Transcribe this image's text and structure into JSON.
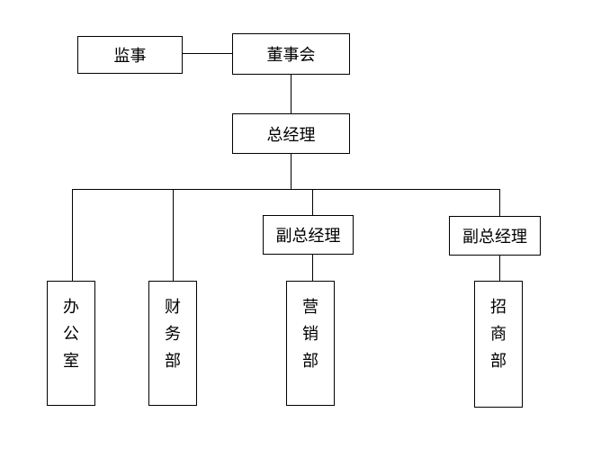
{
  "org_chart": {
    "supervisor": "监事",
    "board": "董事会",
    "general_manager": "总经理",
    "deputy_gm_1": "副总经理",
    "deputy_gm_2": "副总经理",
    "office": "办公室",
    "finance": "财务部",
    "marketing": "营销部",
    "investment": "招商部"
  }
}
